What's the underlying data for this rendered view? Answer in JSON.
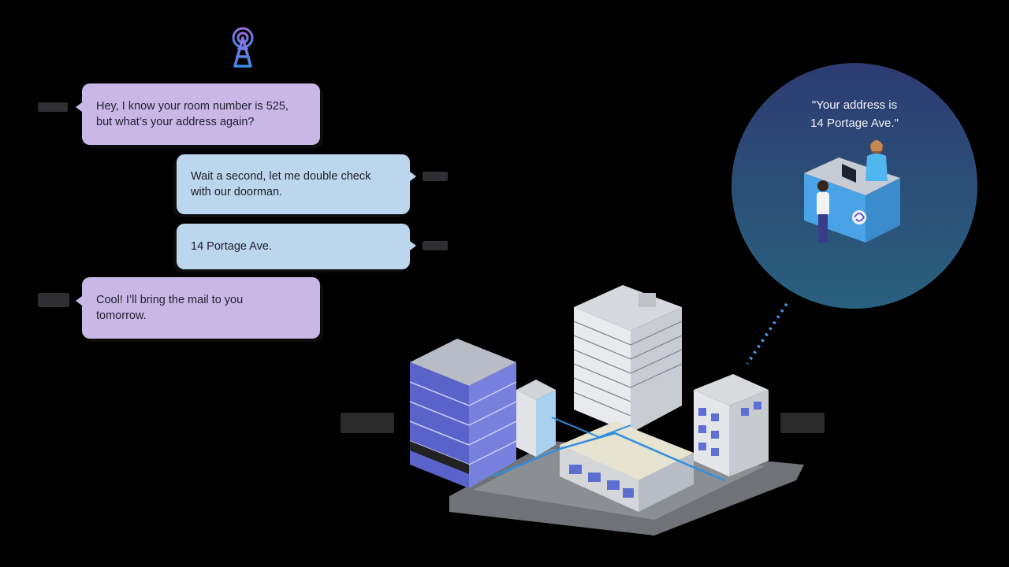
{
  "conversation": [
    {
      "side": "left",
      "text": "Hey, I know your room number is 525,\nbut what’s your address again?"
    },
    {
      "side": "right",
      "text": "Wait a second, let me double check\nwith our doorman."
    },
    {
      "side": "right",
      "text": "14 Portage Ave."
    },
    {
      "side": "left",
      "text": "Cool! I’ll bring the mail to you\ntomorrow."
    }
  ],
  "doorman_quote": "\"Your address is\n14 Portage Ave.\"",
  "icons": {
    "tower": "radio-tower-icon",
    "doorman_logo": "swirl-logo-icon"
  },
  "colors": {
    "purple_bubble": "#c9b8e6",
    "blue_bubble": "#bcd6ee",
    "circle_top": "#2d3b72",
    "circle_bottom": "#2a607f",
    "route": "#2f8fe0"
  }
}
